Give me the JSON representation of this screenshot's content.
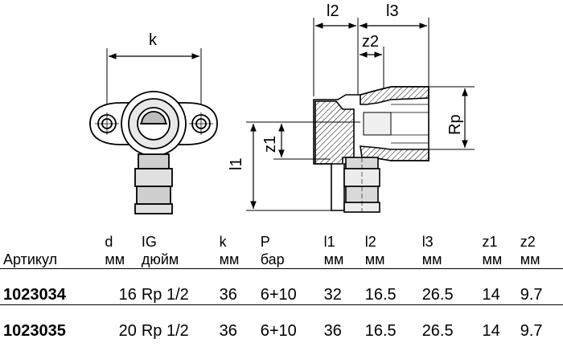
{
  "dimensions": {
    "k": "k",
    "l1": "l1",
    "l2": "l2",
    "l3": "l3",
    "z1": "z1",
    "z2": "z2",
    "rp": "Rp"
  },
  "table": {
    "headers": [
      {
        "top": "",
        "bottom": "Артикул"
      },
      {
        "top": "d",
        "bottom": "мм"
      },
      {
        "top": "IG",
        "bottom": "дюйм"
      },
      {
        "top": "k",
        "bottom": "мм"
      },
      {
        "top": "P",
        "bottom": "бар"
      },
      {
        "top": "l1",
        "bottom": "мм"
      },
      {
        "top": "l2",
        "bottom": "мм"
      },
      {
        "top": "l3",
        "bottom": "мм"
      },
      {
        "top": "z1",
        "bottom": "мм"
      },
      {
        "top": "z2",
        "bottom": "мм"
      }
    ],
    "rows": [
      [
        "1023034",
        "16",
        "Rp 1/2",
        "36",
        "6+10",
        "32",
        "16.5",
        "26.5",
        "14",
        "9.7"
      ],
      [
        "1023035",
        "20",
        "Rp 1/2",
        "36",
        "6+10",
        "36",
        "16.5",
        "26.5",
        "14",
        "9.7"
      ]
    ]
  }
}
